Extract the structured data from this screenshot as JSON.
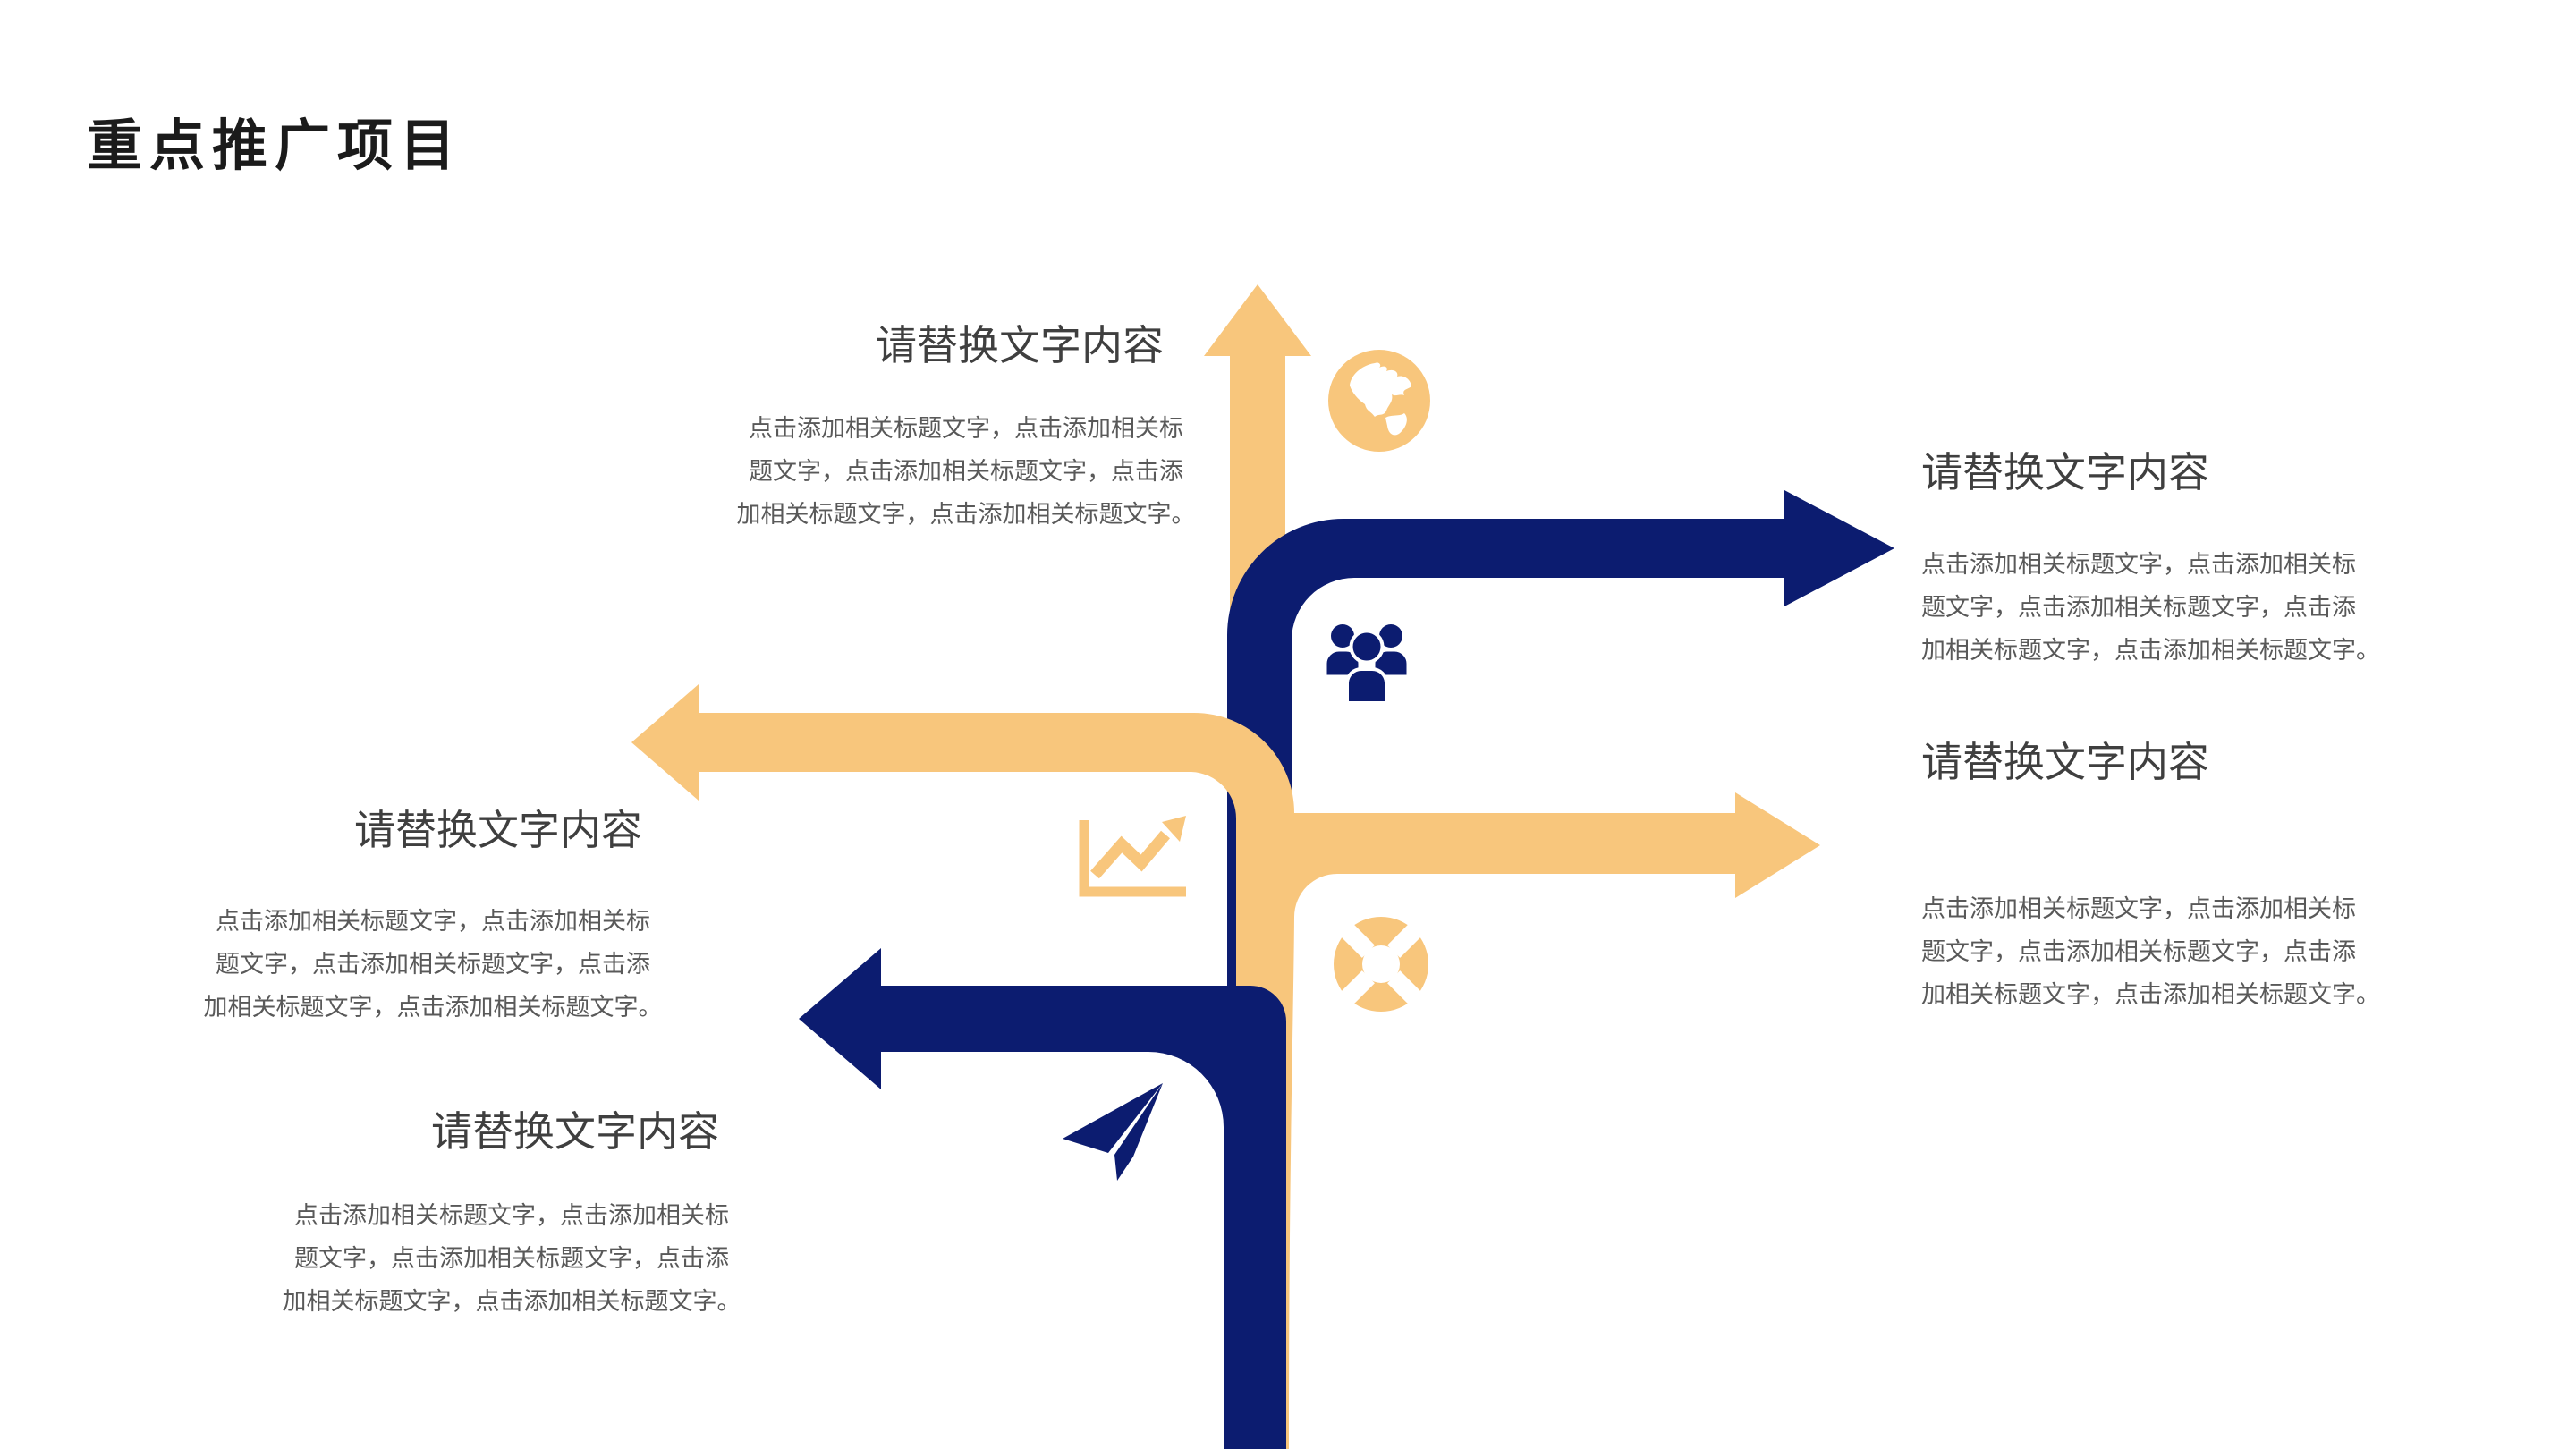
{
  "slide": {
    "title": "重点推广项目"
  },
  "colors": {
    "navy": "#0c1c70",
    "orange": "#f8c67c",
    "heading_text": "#3f3f3f",
    "body_text": "#595959",
    "title_text": "#1b1b1b",
    "background": "#ffffff"
  },
  "blocks": [
    {
      "position": "top-center",
      "heading": "请替换文字内容",
      "lines": [
        "点击添加相关标题文字，点击添加相关标",
        "题文字，点击添加相关标题文字，点击添",
        "加相关标题文字，点击添加相关标题文字。"
      ]
    },
    {
      "position": "right-top",
      "heading": "请替换文字内容",
      "lines": [
        "点击添加相关标题文字，点击添加相关标",
        "题文字，点击添加相关标题文字，点击添",
        "加相关标题文字，点击添加相关标题文字。"
      ]
    },
    {
      "position": "right-bottom",
      "heading": "请替换文字内容",
      "lines": [
        "点击添加相关标题文字，点击添加相关标",
        "题文字，点击添加相关标题文字，点击添",
        "加相关标题文字，点击添加相关标题文字。"
      ]
    },
    {
      "position": "left-middle",
      "heading": "请替换文字内容",
      "lines": [
        "点击添加相关标题文字，点击添加相关标",
        "题文字，点击添加相关标题文字，点击添",
        "加相关标题文字，点击添加相关标题文字。"
      ]
    },
    {
      "position": "bottom-left",
      "heading": "请替换文字内容",
      "lines": [
        "点击添加相关标题文字，点击添加相关标",
        "题文字，点击添加相关标题文字，点击添",
        "加相关标题文字，点击添加相关标题文字。"
      ]
    }
  ],
  "icons": [
    "globe-icon",
    "users-icon",
    "line-chart-icon",
    "lifebuoy-icon",
    "paper-plane-icon"
  ]
}
